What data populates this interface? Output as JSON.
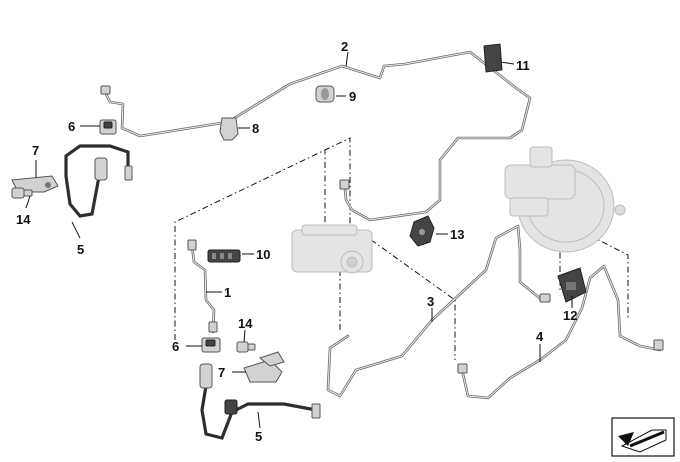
{
  "callouts": {
    "c1": "1",
    "c2": "2",
    "c3": "3",
    "c4": "4",
    "c5a": "5",
    "c5b": "5",
    "c6a": "6",
    "c6b": "6",
    "c7a": "7",
    "c7b": "7",
    "c8": "8",
    "c9": "9",
    "c10": "10",
    "c11": "11",
    "c12": "12",
    "c13": "13",
    "c14a": "14",
    "c14b": "14"
  },
  "colors": {
    "pipe": "#6a6a6a",
    "hose": "#2e2e2e",
    "ghost_part": "#e4e4e4",
    "label": "#111111"
  },
  "icons": {
    "corner_badge": "orientation-arrow-icon"
  }
}
